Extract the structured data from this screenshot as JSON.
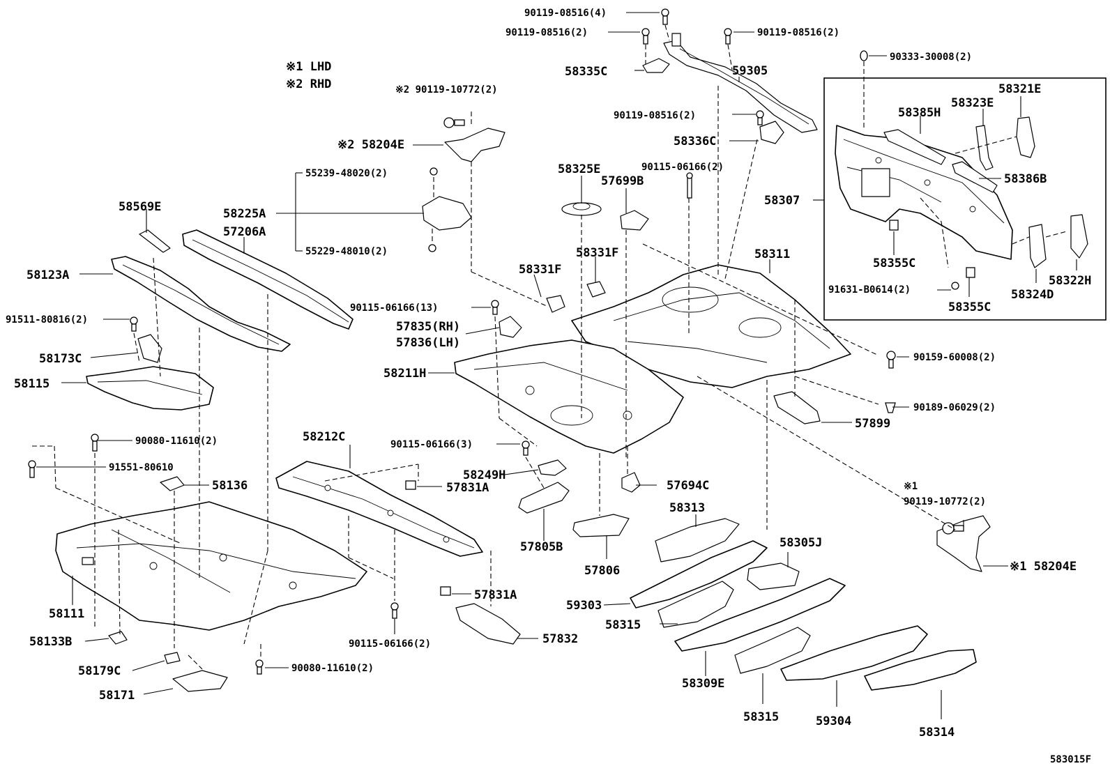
{
  "notes": [
    "※1 LHD",
    "※2 RHD"
  ],
  "diagram_code": "583015F",
  "labels": {
    "p90119_08516_4": "90119-08516(4)",
    "p90119_08516_2a": "90119-08516(2)",
    "p90119_08516_2b": "90119-08516(2)",
    "p58335C": "58335C",
    "p59305": "59305",
    "p90333_30008": "90333-30008(2)",
    "p58321E": "58321E",
    "p58385H": "58385H",
    "p58323E": "58323E",
    "p90119_08516_2c": "90119-08516(2)",
    "p58336C": "58336C",
    "p90115_06166_2a": "90115-06166(2)",
    "p58386B": "58386B",
    "p58307": "58307",
    "p58355C_a": "58355C",
    "p91631": "91631-B0614(2)",
    "p58355C_b": "58355C",
    "p58324D": "58324D",
    "p58322H": "58322H",
    "n2_90119_10772": "※2 90119-10772(2)",
    "n2_58204E": "※2 58204E",
    "p55239": "55239-48020(2)",
    "p58225A": "58225A",
    "p57206A": "57206A",
    "p55229": "55229-48010(2)",
    "p58325E": "58325E",
    "p57699B": "57699B",
    "p58569E": "58569E",
    "p58123A": "58123A",
    "p58331F_a": "58331F",
    "p58331F_b": "58331F",
    "p58311": "58311",
    "p91511": "91511-80816(2)",
    "p90115_06166_13": "90115-06166(13)",
    "p57835": "57835(RH)",
    "p57836": "57836(LH)",
    "p58173C": "58173C",
    "p58211H": "58211H",
    "p58115": "58115",
    "p90159": "90159-60008(2)",
    "p90189": "90189-06029(2)",
    "p57899": "57899",
    "p90080_11610_a": "90080-11610(2)",
    "p91551": "91551-80610",
    "p58212C": "58212C",
    "p90115_06166_3": "90115-06166(3)",
    "p58249H": "58249H",
    "p57694C": "57694C",
    "p58136": "58136",
    "p57831A_a": "57831A",
    "n1": "※1",
    "p90119_10772_b": "90119-10772(2)",
    "p58313": "58313",
    "p58305J": "58305J",
    "p57805B": "57805B",
    "p58204E_b": "※1 58204E",
    "p57806": "57806",
    "p58111": "58111",
    "p57831A_b": "57831A",
    "p59303": "59303",
    "p58315_a": "58315",
    "p58133B": "58133B",
    "p90115_06166_2b": "90115-06166(2)",
    "p57832": "57832",
    "p90080_11610_b": "90080-11610(2)",
    "p58179C": "58179C",
    "p58309E": "58309E",
    "p58171": "58171",
    "p58315_b": "58315",
    "p59304": "59304",
    "p58314": "58314"
  }
}
